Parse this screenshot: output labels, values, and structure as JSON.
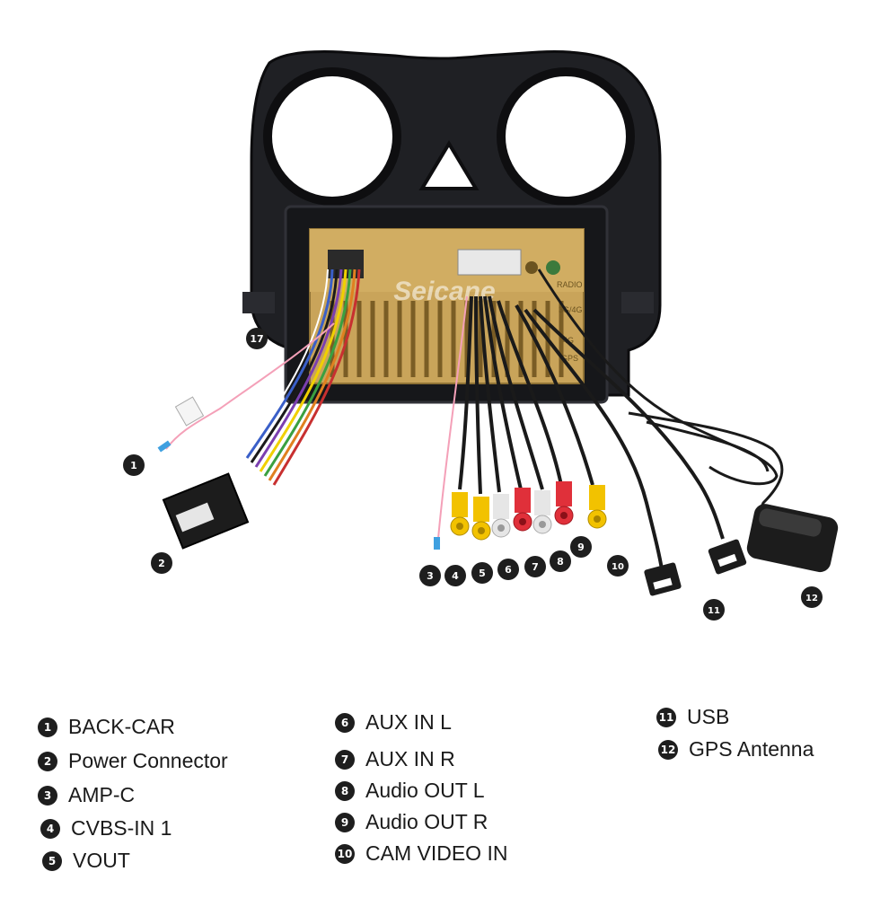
{
  "photo": {
    "watermark": "Seicane",
    "panel_labels": [
      "RADIO",
      "3G/4G",
      "4G",
      "GPS"
    ]
  },
  "callouts": [
    "1",
    "2",
    "3",
    "4",
    "5",
    "6",
    "7",
    "8",
    "9",
    "10",
    "11",
    "12",
    "17"
  ],
  "legend": [
    {
      "num": "1",
      "label": "BACK-CAR"
    },
    {
      "num": "2",
      "label": "Power Connector"
    },
    {
      "num": "3",
      "label": "AMP-C"
    },
    {
      "num": "4",
      "label": "CVBS-IN 1"
    },
    {
      "num": "5",
      "label": "VOUT"
    },
    {
      "num": "6",
      "label": "AUX IN L"
    },
    {
      "num": "7",
      "label": "AUX IN R"
    },
    {
      "num": "8",
      "label": "Audio OUT L"
    },
    {
      "num": "9",
      "label": "Audio OUT R"
    },
    {
      "num": "10",
      "label": "CAM VIDEO IN"
    },
    {
      "num": "11",
      "label": "USB"
    },
    {
      "num": "12",
      "label": "GPS Antenna"
    }
  ],
  "colors": {
    "panel": "#1f2024",
    "chassis": "#c9a45a",
    "badge": "#1e1e1e",
    "rca_yellow": "#f2c200",
    "rca_red": "#e0303a",
    "rca_white": "#e6e6e6"
  }
}
